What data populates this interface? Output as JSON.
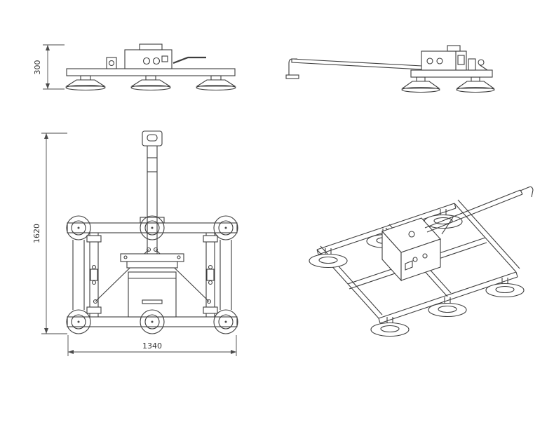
{
  "drawing": {
    "background": "#ffffff",
    "line_color": "#3d3d3d",
    "dimensions": {
      "side_height": "300",
      "front_height": "1620",
      "front_width": "1340"
    }
  }
}
